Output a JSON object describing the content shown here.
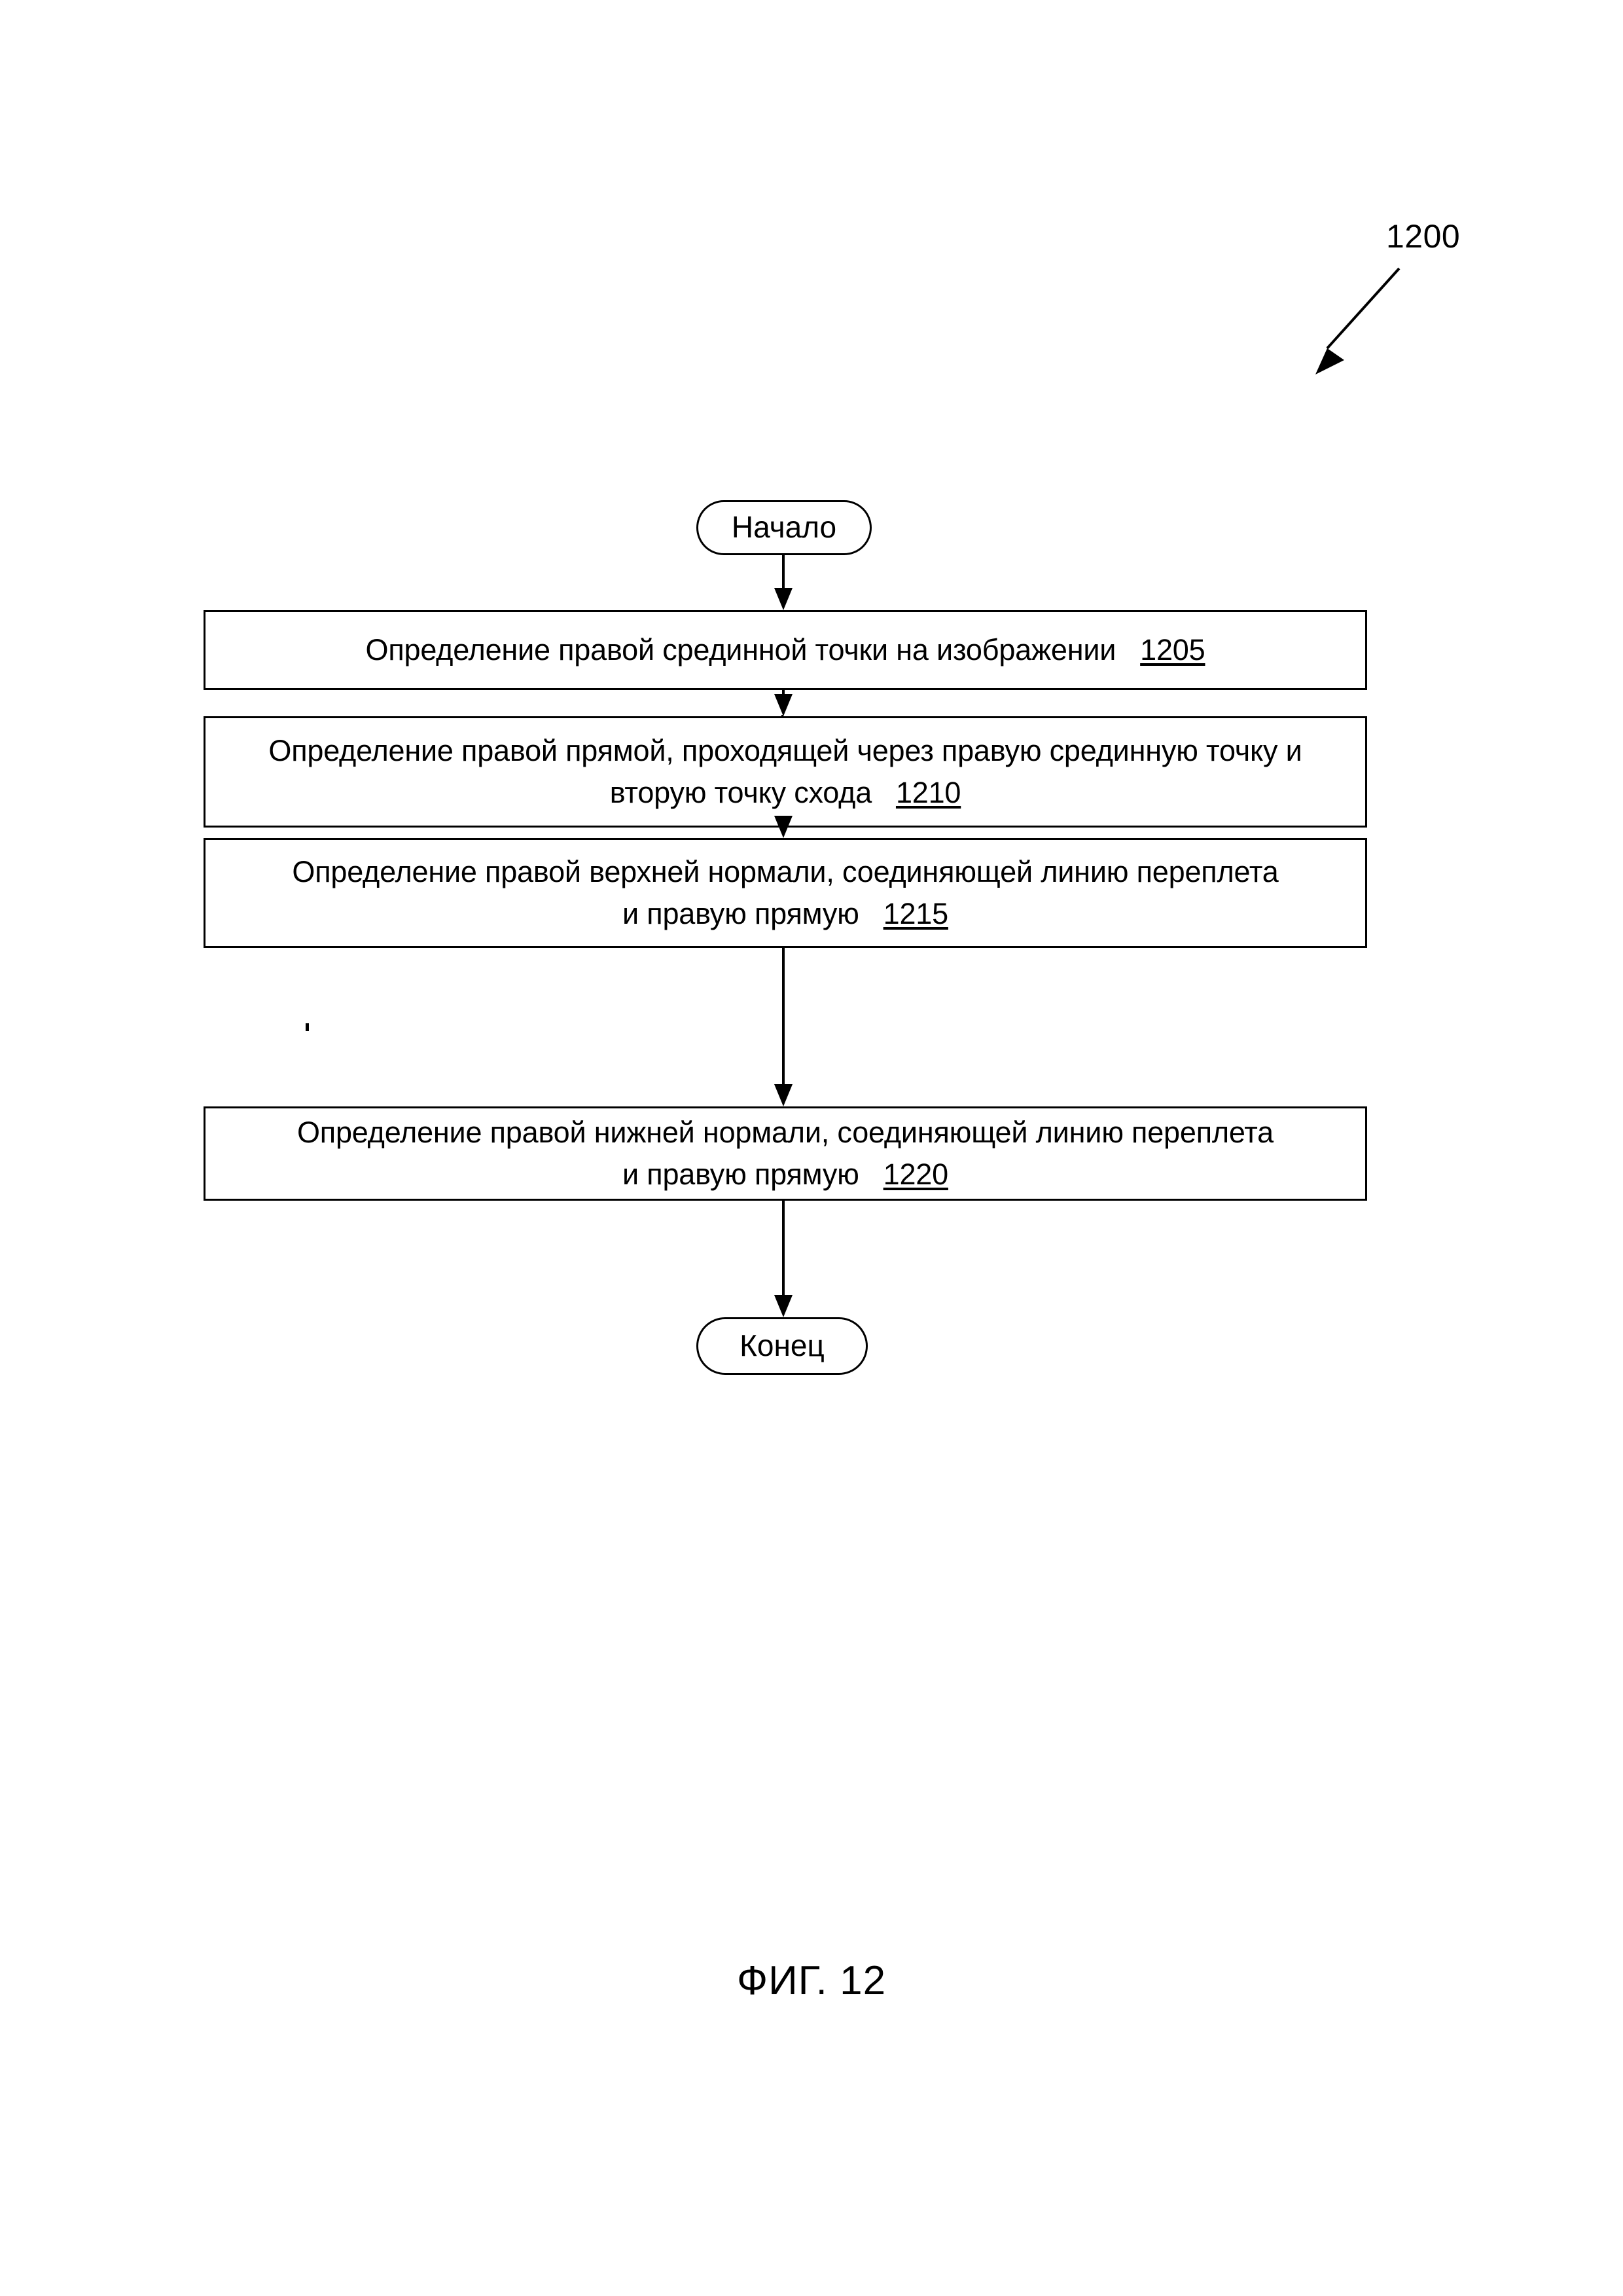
{
  "figure": {
    "reference_number": "1200",
    "caption": "ФИГ. 12"
  },
  "flowchart": {
    "start_node": {
      "label": "Начало"
    },
    "end_node": {
      "label": "Конец"
    },
    "steps": [
      {
        "id": "1205",
        "text": "Определение правой срединной точки на изображении",
        "ref": "1205",
        "lines": [
          "Определение правой срединной точки на изображении"
        ]
      },
      {
        "id": "1210",
        "text": "Определение правой прямой, проходящей через правую срединную точку и вторую точку схода",
        "ref": "1210",
        "lines": [
          "Определение правой прямой, проходящей через правую срединную точку и",
          "вторую точку схода"
        ]
      },
      {
        "id": "1215",
        "text": "Определение правой верхней нормали, соединяющей линию переплета и правую прямую",
        "ref": "1215",
        "lines": [
          "Определение правой верхней нормали, соединяющей линию переплета",
          "и правую прямую"
        ]
      },
      {
        "id": "1220",
        "text": "Определение правой нижней нормали, соединяющей линию переплета и правую прямую",
        "ref": "1220",
        "lines": [
          "Определение правой нижней нормали, соединяющей линию переплета",
          "и правую прямую"
        ]
      }
    ]
  },
  "colors": {
    "ink": "#000000",
    "page": "#ffffff"
  }
}
